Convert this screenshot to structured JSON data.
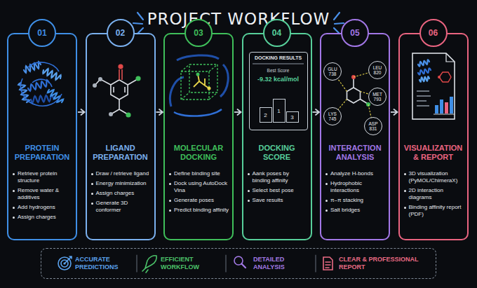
{
  "diagram": {
    "title": "PROJECT WORKFLOW",
    "nodes": [
      {
        "text": [
          "PROTEIN PREPARATION",
          "Retrieve protein structure",
          "Remove water & additives",
          "Add hydrogens",
          "Assign charges"
        ]
      },
      {
        "text": [
          "01"
        ],
        "in": 0
      },
      {
        "text": [
          "LIGAND PREPARATION",
          "Draw / retrieve ligand",
          "Energy minimization",
          "Assign charges",
          "Generate 3D conformer"
        ]
      },
      {
        "text": [
          "02"
        ],
        "in": 2
      },
      {
        "text": [
          "MOLECULAR DOCKING",
          "Define binding site",
          "Dock using AutoDock Vina",
          "Generate poses",
          "Predict binding affinity"
        ]
      },
      {
        "text": [
          "03"
        ],
        "in": 4
      },
      {
        "text": [
          "DOCKING SCORE",
          "Aank poses by binding affinity",
          "Select best pose",
          "Save results"
        ]
      },
      {
        "text": [
          "04"
        ],
        "in": 6
      },
      {
        "text": [
          "DOCKING RESULTS",
          "Best Score",
          "-9.32 kcal/mol"
        ],
        "in": 6
      },
      {
        "text": [
          "2"
        ],
        "in": 8
      },
      {
        "text": [
          "1"
        ],
        "in": 8
      },
      {
        "text": [
          "3"
        ],
        "in": 8
      },
      {
        "text": [
          "INTERACTION ANALYSIS",
          "Analyze H-bonds",
          "Hydrophobic interactions",
          "π–π stacking",
          "Salt bridges"
        ]
      },
      {
        "text": [
          "05"
        ],
        "in": 12
      },
      {
        "text": [
          "GLU 738"
        ],
        "in": 12
      },
      {
        "text": [
          "LEU 820"
        ],
        "in": 12
      },
      {
        "text": [
          "MET 793"
        ],
        "in": 12
      },
      {
        "text": [
          "LYS 745"
        ],
        "in": 12
      },
      {
        "text": [
          "ASP 831"
        ],
        "in": 12
      },
      {
        "text": [
          "VISUALIZATION & REPORT",
          "3D visualization (PyMOL/ChimeraX)",
          "2D interaction diagrams",
          "Binding affinity report (PDF)"
        ]
      },
      {
        "text": [
          "06"
        ],
        "in": 19
      },
      {
        "text": [
          "ACCURATE PREDICTIONS",
          "EFFICIENT WORKFLOW",
          "DETAILED ANALYSIS",
          "CLEAR & PROFESSIONAL REPORT"
        ]
      }
    ],
    "edges": [
      {
        "from": 0,
        "to": 2,
        "arrow": "to"
      },
      {
        "from": 2,
        "to": 4,
        "arrow": "to"
      },
      {
        "from": 4,
        "to": 6,
        "arrow": "to"
      },
      {
        "from": 6,
        "to": 12,
        "arrow": "to"
      },
      {
        "from": 12,
        "to": 19,
        "arrow": "to"
      }
    ]
  }
}
